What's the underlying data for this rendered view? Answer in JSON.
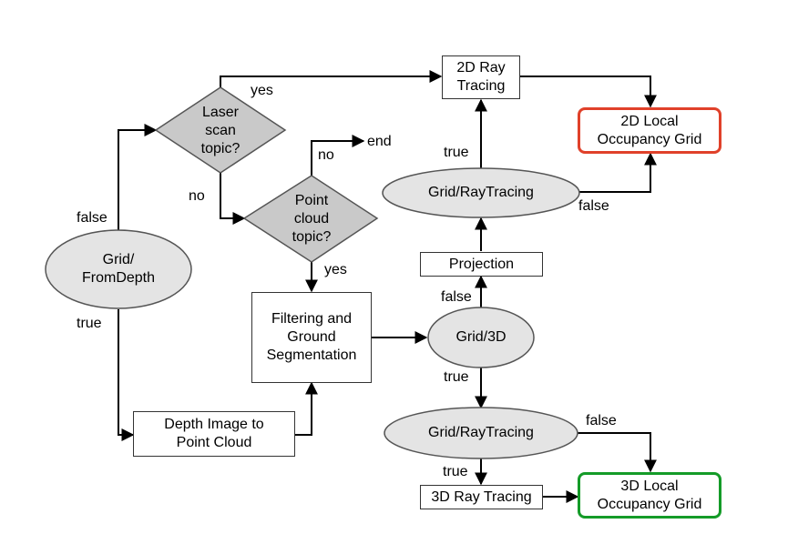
{
  "diagram": {
    "nodes": {
      "grid_fromdepth": [
        "Grid/",
        "FromDepth"
      ],
      "laser_scan": [
        "Laser",
        "scan",
        "topic?"
      ],
      "point_cloud": [
        "Point",
        "cloud",
        "topic?"
      ],
      "ray2d": [
        "2D Ray",
        "Tracing"
      ],
      "grid2d_out": [
        "2D Local",
        "Occupancy Grid"
      ],
      "grid_raytracing_top": "Grid/RayTracing",
      "projection": "Projection",
      "filtering": [
        "Filtering and",
        "Ground",
        "Segmentation"
      ],
      "grid3d": "Grid/3D",
      "depth_image": [
        "Depth Image to",
        "Point Cloud"
      ],
      "grid_raytracing_bottom": "Grid/RayTracing",
      "ray3d": "3D Ray Tracing",
      "grid3d_out": [
        "3D Local",
        "Occupancy Grid"
      ],
      "end": "end"
    },
    "edge_labels": {
      "laser_yes": "yes",
      "laser_no": "no",
      "fromdepth_false": "false",
      "fromdepth_true": "true",
      "cloud_no": "no",
      "cloud_yes": "yes",
      "raytracing_top_true": "true",
      "raytracing_top_false": "false",
      "grid3d_false": "false",
      "grid3d_true": "true",
      "raytracing_bottom_false": "false",
      "raytracing_bottom_true": "true"
    },
    "colors": {
      "decision_fill": "#c9c9c9",
      "condition_fill": "#e4e4e4",
      "output_2d_border": "#e0412a",
      "output_3d_border": "#149b28"
    }
  }
}
